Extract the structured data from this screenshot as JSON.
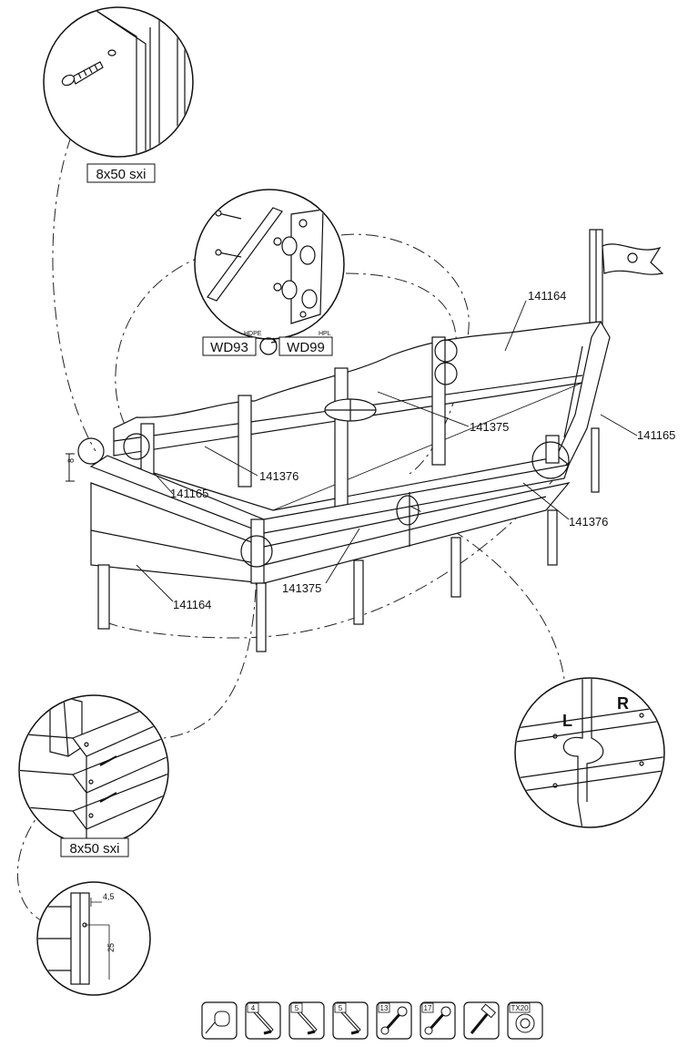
{
  "screws": {
    "top": "8x50 sxi",
    "bottom": "8x50 sxi"
  },
  "hardware": {
    "material_a": "HDPE",
    "code_a": "WD93",
    "material_b": "HPL",
    "code_b": "WD99"
  },
  "parts": {
    "top_back_board": "141164",
    "right_bow_board": "141165",
    "center_beam": "141375",
    "left_inner_rail": "141376",
    "left_small_board": "141165",
    "right_inner_rail": "141376",
    "front_beam": "141375",
    "front_lower_board": "141164"
  },
  "dimensions": {
    "edge_gap": "8",
    "offset": "4,5",
    "depth": "25"
  },
  "joint": {
    "left_mark": "L",
    "right_mark": "R"
  },
  "tools": [
    {
      "icon": "tape-measure-icon",
      "label": ""
    },
    {
      "icon": "hex-key-icon",
      "label": "4"
    },
    {
      "icon": "hex-key-icon",
      "label": "5"
    },
    {
      "icon": "hex-key-icon",
      "label": "5"
    },
    {
      "icon": "wrench-icon",
      "label": "13"
    },
    {
      "icon": "wrench-icon",
      "label": "17"
    },
    {
      "icon": "hammer-icon",
      "label": ""
    },
    {
      "icon": "torx-bit-icon",
      "label": "TX20"
    }
  ]
}
